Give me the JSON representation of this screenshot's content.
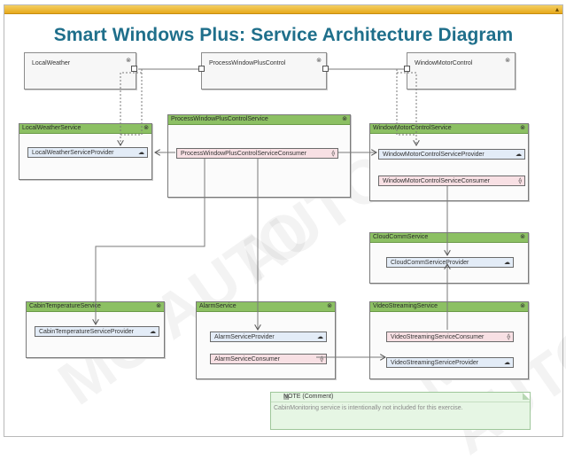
{
  "diagram": {
    "title": "Smart Windows Plus: Service Architecture Diagram",
    "close_glyph": "▴",
    "watermarks": [
      "MO AUTO",
      "AUTO",
      "MO AUTO"
    ],
    "components": [
      {
        "id": "localweather",
        "label": "LocalWeather",
        "icon": "component-icon"
      },
      {
        "id": "processwindowpluscontrol",
        "label": "ProcessWindowPlusControl",
        "icon": "component-icon"
      },
      {
        "id": "windowmotorcontrol",
        "label": "WindowMotorControl",
        "icon": "component-icon"
      }
    ],
    "services": [
      {
        "id": "localweatherservice",
        "label": "LocalWeatherService",
        "interfaces": [
          {
            "label": "LocalWeatherServiceProvider",
            "kind": "provider"
          }
        ]
      },
      {
        "id": "processwindowpluscontrolservice",
        "label": "ProcessWindowPlusControlService",
        "interfaces": [
          {
            "label": "ProcessWindowPlusControlServiceConsumer",
            "kind": "consumer"
          }
        ]
      },
      {
        "id": "windowmotorcontrolservice",
        "label": "WindowMotorControlService",
        "interfaces": [
          {
            "label": "WindowMotorControlServiceProvider",
            "kind": "provider"
          },
          {
            "label": "WindowMotorControlServiceConsumer",
            "kind": "consumer"
          }
        ]
      },
      {
        "id": "cloudcommservice",
        "label": "CloudCommService",
        "interfaces": [
          {
            "label": "CloudCommServiceProvider",
            "kind": "provider"
          }
        ]
      },
      {
        "id": "cabintemperatureservice",
        "label": "CabinTemperatureService",
        "interfaces": [
          {
            "label": "CabinTemperatureServiceProvider",
            "kind": "provider"
          }
        ]
      },
      {
        "id": "alarmservice",
        "label": "AlarmService",
        "interfaces": [
          {
            "label": "AlarmServiceProvider",
            "kind": "provider"
          },
          {
            "label": "AlarmServiceConsumer",
            "kind": "consumer"
          }
        ]
      },
      {
        "id": "videostreamingservice",
        "label": "VideoStreamingService",
        "interfaces": [
          {
            "label": "VideoStreamingServiceConsumer",
            "kind": "consumer"
          },
          {
            "label": "VideoStreamingServiceProvider",
            "kind": "provider"
          }
        ]
      }
    ],
    "note": {
      "header": "NOTE (Comment)",
      "body": "CabinMonitoring service is intentionally not included for this exercise."
    },
    "icons": {
      "service": "service-icon",
      "provider": "cloud-icon",
      "consumer": "plug-icon",
      "component": "component-icon"
    },
    "colors": {
      "title": "#1f6f8b",
      "service_header": "#8cc063",
      "provider_fill": "#e3ecf7",
      "consumer_fill": "#f8e0e4",
      "note_fill": "#e6f6e4",
      "top_bar": "#e7a91c"
    }
  }
}
